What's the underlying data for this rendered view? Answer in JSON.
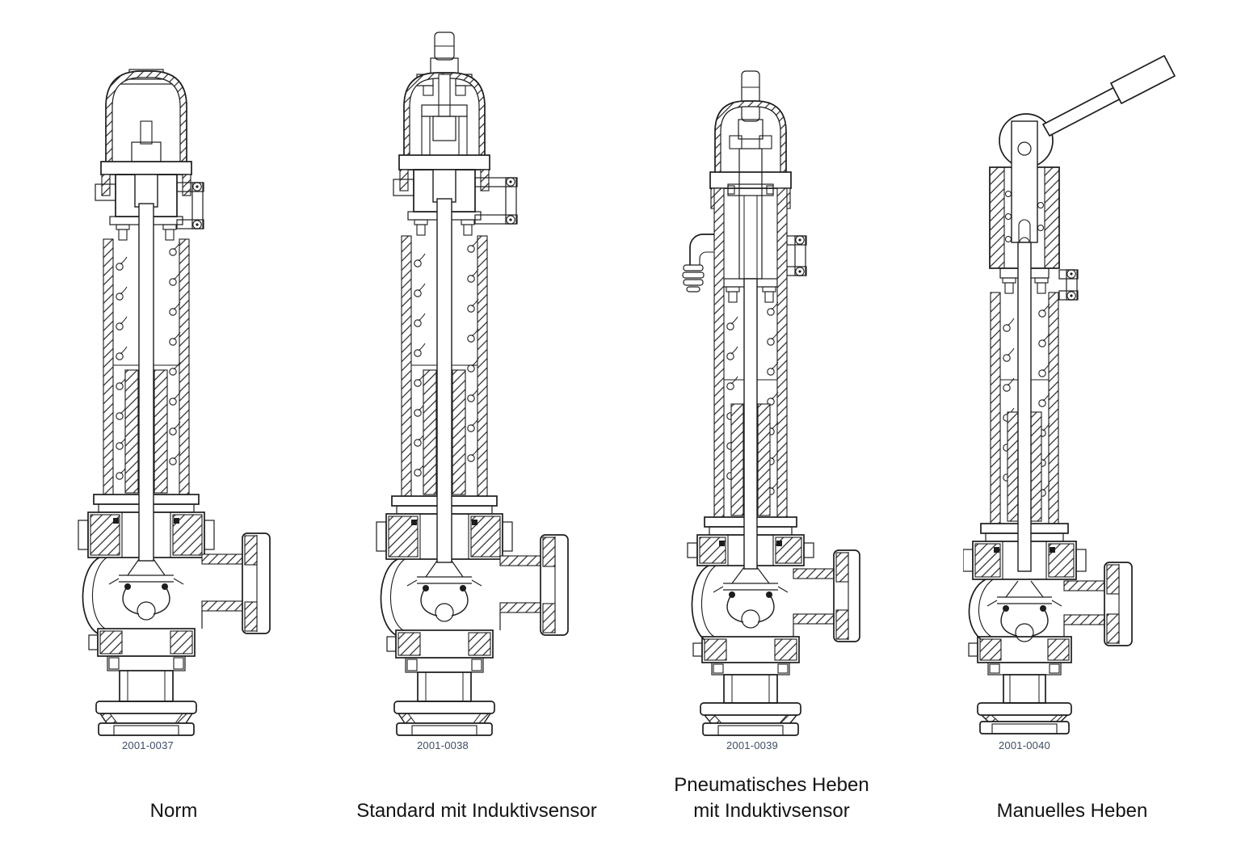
{
  "figures": [
    {
      "id": "norm",
      "figure_number": "2001-0037",
      "label_lines": [
        "Norm",
        ""
      ],
      "variant": "standard safety valve"
    },
    {
      "id": "standard-mit-induktivsensor",
      "figure_number": "2001-0038",
      "label_lines": [
        "Standard mit Induktivsensor",
        ""
      ],
      "variant": "safety valve with inductive sensor"
    },
    {
      "id": "pneumatisches-heben-mit-induktivsensor",
      "figure_number": "2001-0039",
      "label_lines": [
        "Pneumatisches Heben",
        "mit Induktivsensor"
      ],
      "variant": "pneumatic lifting with inductive sensor"
    },
    {
      "id": "manuelles-heben",
      "figure_number": "2001-0040",
      "label_lines": [
        "Manuelles Heben",
        ""
      ],
      "variant": "manual lifting lever"
    }
  ],
  "colors": {
    "line": "#1d1d1d",
    "figure_number_text": "#3e4d66",
    "label_text": "#141414",
    "background": "#ffffff"
  }
}
